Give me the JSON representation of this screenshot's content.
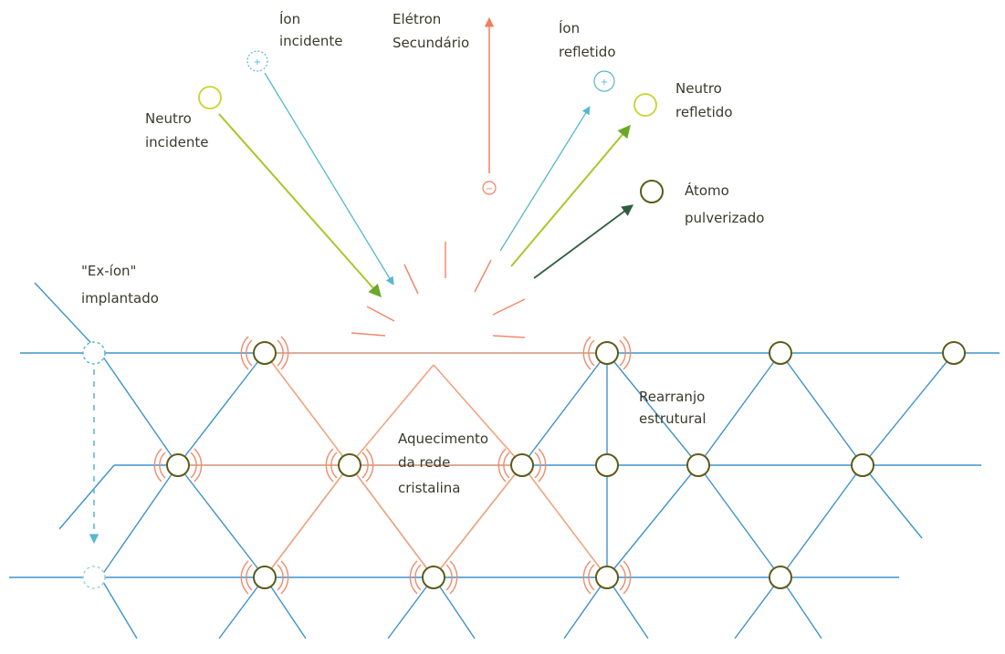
{
  "labels": {
    "ion_incident": [
      "Íon",
      "incidente"
    ],
    "neutral_incident": [
      "Neutro",
      "incidente"
    ],
    "secondary_electron": [
      "Elétron",
      "Secundário"
    ],
    "ion_reflected": [
      "Íon",
      "refletido"
    ],
    "neutral_reflected": [
      "Neutro",
      "refletido"
    ],
    "sputtered_atom": [
      "Átomo",
      "pulverizado"
    ],
    "implanted_ion": [
      "\"Ex-íon\"",
      "implantado"
    ],
    "structural_rearrangement": [
      "Rearranjo",
      "estrutural"
    ],
    "lattice_heating": [
      "Aquecimento",
      "da rede",
      "cristalina"
    ]
  },
  "symbols": {
    "positive": "+",
    "negative": "−"
  },
  "colors": {
    "lattice_line": "#3f93c9",
    "heated_line": "#f0a47e",
    "atom": "#5c5c1a",
    "ion": "#56b7cf",
    "neutral": "#c4d62a",
    "neutral_arrow": "#8fbf26",
    "electron": "#f08060",
    "sputtered_arrow": "#2f5e3e",
    "heat_arc": "#f08a6a",
    "text": "#3a3a2a"
  }
}
